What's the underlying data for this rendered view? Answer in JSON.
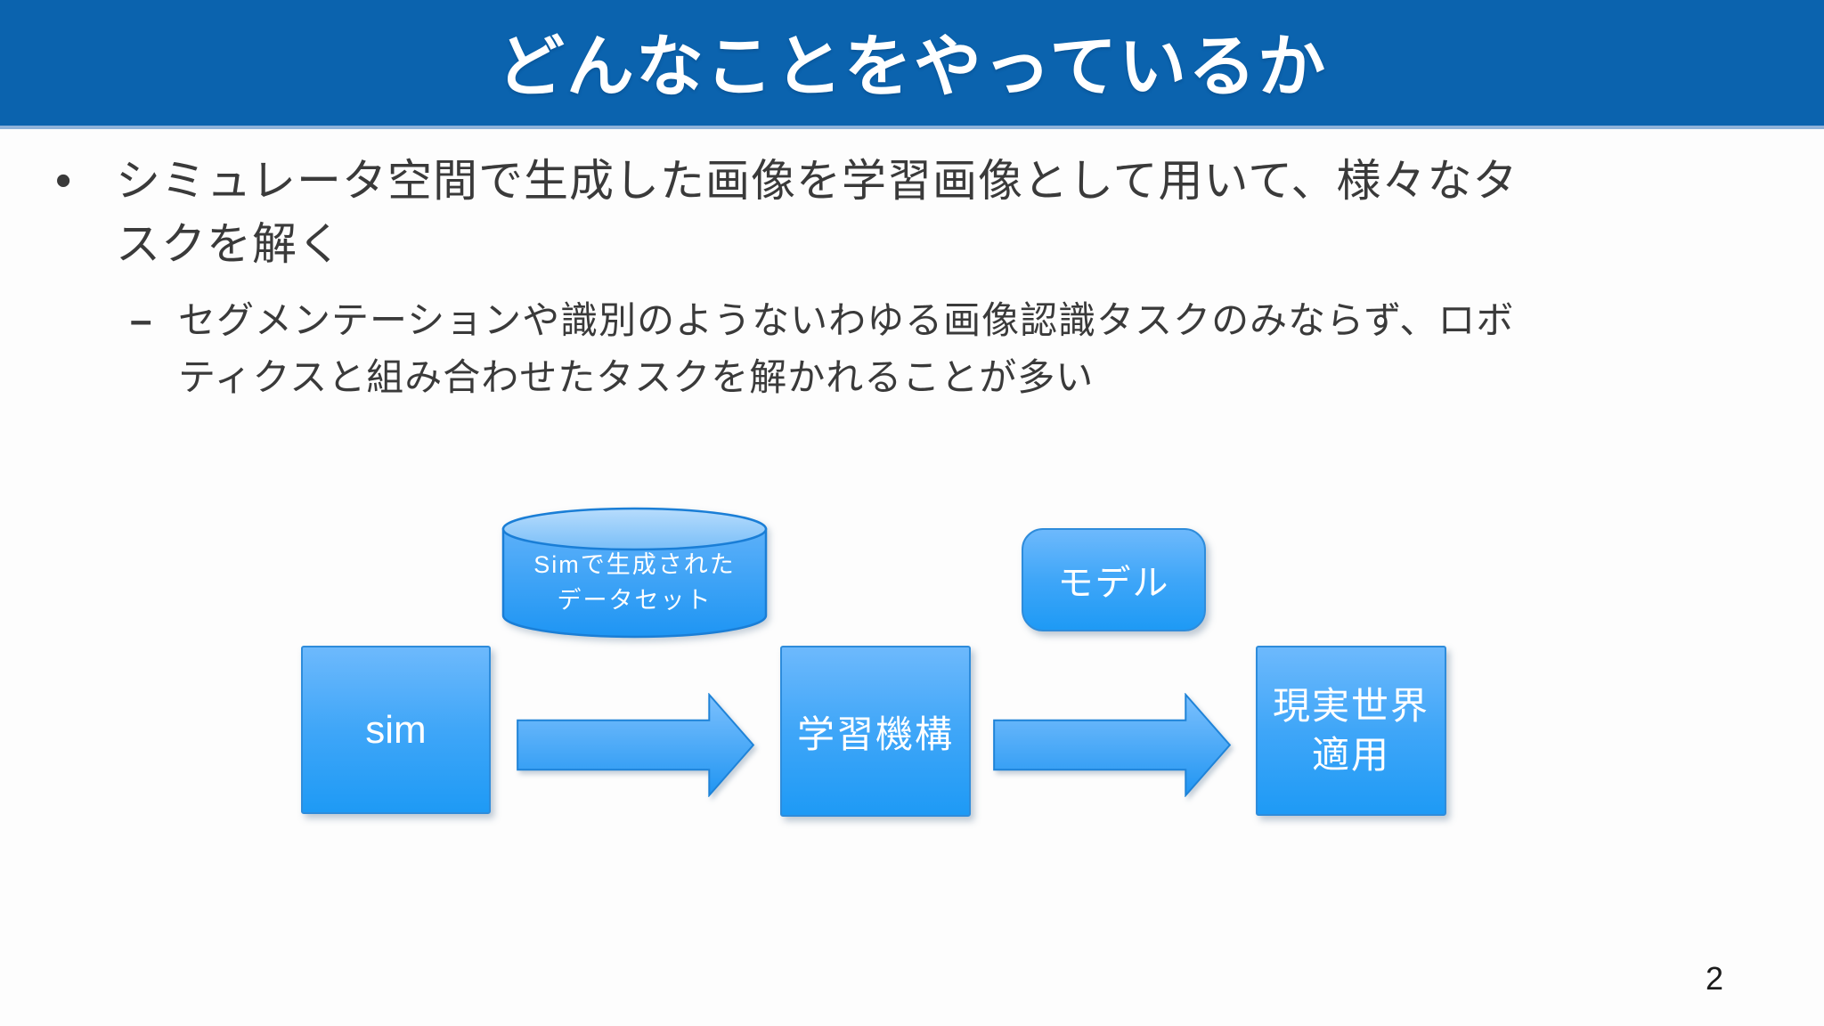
{
  "slide": {
    "title": "どんなことをやっているか",
    "page_number": "2",
    "background_color": "#fdfdfd"
  },
  "title_bar": {
    "color": "#0b63ae",
    "underline_color": "#8fb2d9",
    "text_color": "#ffffff"
  },
  "bullets": {
    "level1": {
      "marker": "•",
      "line1": "シミュレータ空間で生成した画像を学習画像として用いて、様々なタ",
      "line2": "スクを解く"
    },
    "level2": {
      "marker": "–",
      "line1": "セグメンテーションや識別のようないわゆる画像認識タスクのみならず、ロボ",
      "line2": "ティクスと組み合わせたタスクを解かれることが多い"
    }
  },
  "diagram": {
    "dataset_cylinder": {
      "line1": "Simで生成された",
      "line2": "データセット"
    },
    "sim_box": {
      "label": "sim"
    },
    "learning_box": {
      "label": "学習機構"
    },
    "real_world_box": {
      "line1": "現実世界",
      "line2": "適用"
    },
    "model_box": {
      "label": "モデル"
    },
    "shape_colors": {
      "fill_top": "#6db9fc",
      "fill_bottom": "#1e9af5",
      "border": "#2e8cdb",
      "label_text": "#ffffff"
    }
  },
  "text_color": "#3a3a3a"
}
